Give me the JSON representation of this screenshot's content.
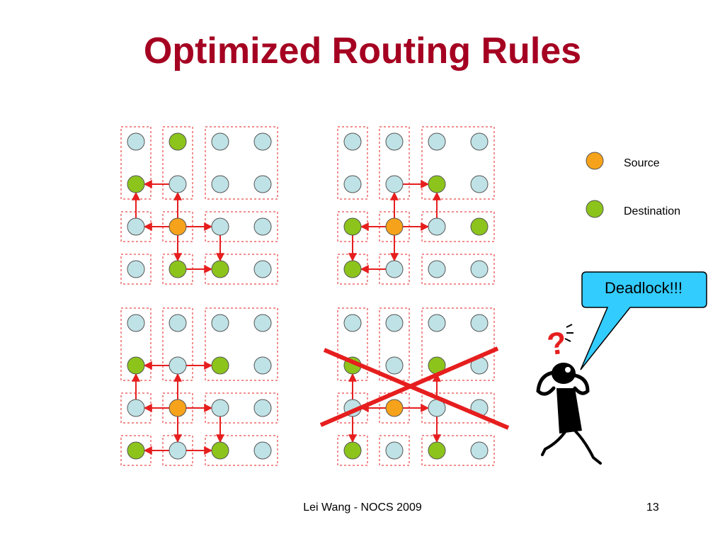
{
  "slide": {
    "title": "Optimized Routing Rules",
    "footer_text": "Lei Wang - NOCS 2009",
    "page_number": "13"
  },
  "legend": {
    "source_label": "Source",
    "destination_label": "Destination"
  },
  "callout": {
    "text": "Deadlock!!!"
  },
  "colors": {
    "title": "#A50021",
    "node_default": "#BFE2E6",
    "node_source": "#F7A21B",
    "node_destination": "#8CC41C",
    "arrow": "#E61E1E",
    "group_border": "#E61E1E",
    "cross": "#E61E1E",
    "callout_fill": "#33CCFF"
  },
  "diagrams": [
    {
      "id": "top-left",
      "source": [
        1,
        2
      ],
      "destinations": [
        [
          1,
          0
        ],
        [
          0,
          1
        ],
        [
          1,
          3
        ],
        [
          2,
          3
        ]
      ],
      "arrows": [
        [
          [
            1,
            2
          ],
          [
            0,
            2
          ]
        ],
        [
          [
            1,
            2
          ],
          [
            2,
            2
          ]
        ],
        [
          [
            1,
            2
          ],
          [
            1,
            3
          ]
        ],
        [
          [
            1,
            2
          ],
          [
            1,
            1
          ]
        ],
        [
          [
            1,
            1
          ],
          [
            0,
            1
          ]
        ],
        [
          [
            0,
            2
          ],
          [
            0,
            1
          ]
        ],
        [
          [
            1,
            3
          ],
          [
            2,
            3
          ]
        ],
        [
          [
            2,
            2
          ],
          [
            2,
            3
          ]
        ]
      ]
    },
    {
      "id": "top-right",
      "source": [
        1,
        2
      ],
      "destinations": [
        [
          2,
          1
        ],
        [
          0,
          2
        ],
        [
          3,
          2
        ],
        [
          0,
          3
        ]
      ],
      "arrows": [
        [
          [
            1,
            2
          ],
          [
            0,
            2
          ]
        ],
        [
          [
            1,
            2
          ],
          [
            2,
            2
          ]
        ],
        [
          [
            1,
            2
          ],
          [
            1,
            1
          ]
        ],
        [
          [
            1,
            2
          ],
          [
            1,
            3
          ]
        ],
        [
          [
            1,
            1
          ],
          [
            2,
            1
          ]
        ],
        [
          [
            2,
            2
          ],
          [
            2,
            1
          ]
        ],
        [
          [
            0,
            2
          ],
          [
            0,
            3
          ]
        ],
        [
          [
            1,
            3
          ],
          [
            0,
            3
          ]
        ]
      ]
    },
    {
      "id": "bottom-left",
      "source": [
        1,
        2
      ],
      "destinations": [
        [
          0,
          1
        ],
        [
          2,
          1
        ],
        [
          0,
          3
        ],
        [
          2,
          3
        ]
      ],
      "arrows": [
        [
          [
            1,
            2
          ],
          [
            0,
            2
          ]
        ],
        [
          [
            1,
            2
          ],
          [
            2,
            2
          ]
        ],
        [
          [
            1,
            2
          ],
          [
            1,
            1
          ]
        ],
        [
          [
            1,
            2
          ],
          [
            1,
            3
          ]
        ],
        [
          [
            1,
            1
          ],
          [
            0,
            1
          ]
        ],
        [
          [
            1,
            1
          ],
          [
            2,
            1
          ]
        ],
        [
          [
            0,
            2
          ],
          [
            0,
            1
          ]
        ],
        [
          [
            1,
            3
          ],
          [
            0,
            3
          ]
        ],
        [
          [
            1,
            3
          ],
          [
            2,
            3
          ]
        ],
        [
          [
            2,
            2
          ],
          [
            2,
            3
          ]
        ]
      ]
    },
    {
      "id": "bottom-right",
      "source": [
        1,
        2
      ],
      "destinations": [
        [
          0,
          1
        ],
        [
          2,
          1
        ],
        [
          0,
          3
        ],
        [
          2,
          3
        ]
      ],
      "crossed": true,
      "arrows": [
        [
          [
            1,
            2
          ],
          [
            0,
            2
          ]
        ],
        [
          [
            1,
            2
          ],
          [
            2,
            2
          ]
        ],
        [
          [
            0,
            2
          ],
          [
            0,
            1
          ]
        ],
        [
          [
            0,
            2
          ],
          [
            0,
            3
          ]
        ],
        [
          [
            2,
            2
          ],
          [
            2,
            1
          ]
        ],
        [
          [
            2,
            2
          ],
          [
            2,
            3
          ]
        ]
      ]
    }
  ]
}
